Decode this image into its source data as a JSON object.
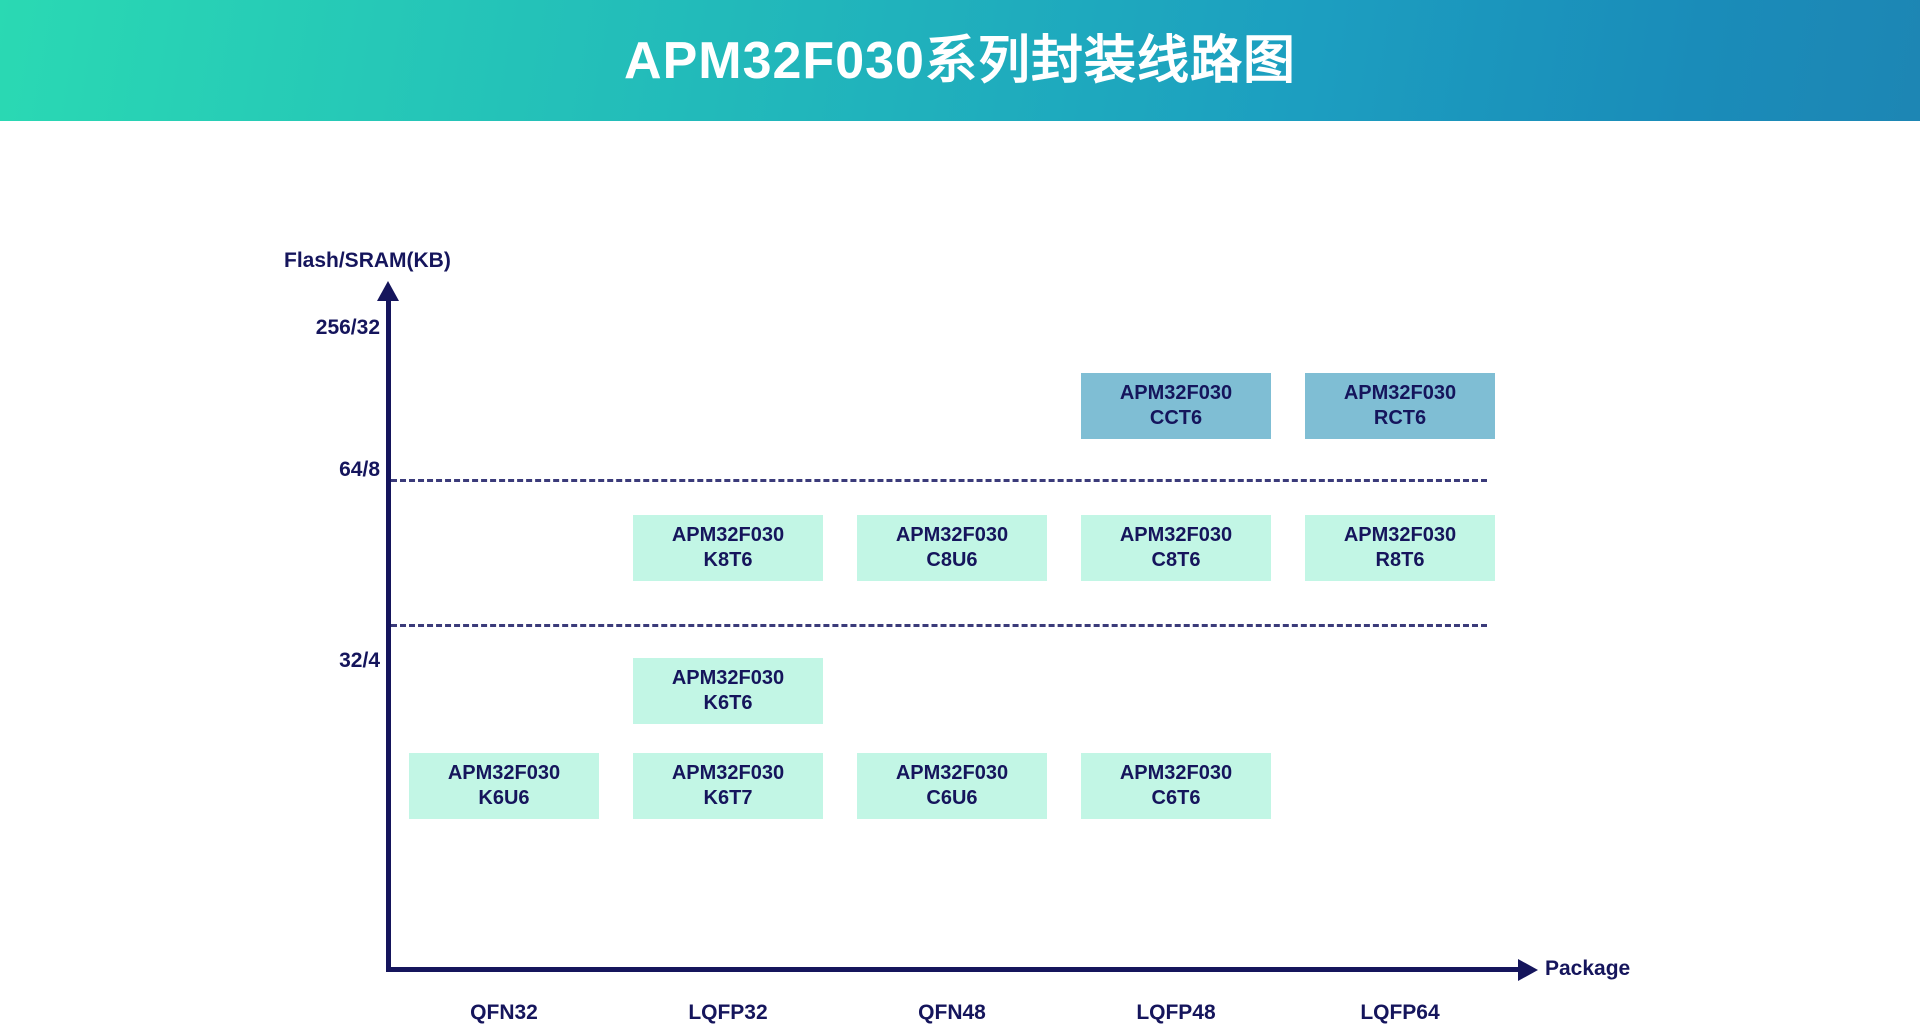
{
  "header": {
    "title": "APM32F030系列封装线路图",
    "gradient_from": "#2AD9B3",
    "gradient_to": "#1D86B4"
  },
  "chart_data": {
    "type": "table",
    "title": "APM32F030系列封装线路图",
    "xlabel": "Package",
    "ylabel": "Flash/SRAM(KB)",
    "grid": true,
    "legend": "none",
    "categories": [
      "QFN32",
      "LQFP32",
      "QFN48",
      "LQFP48",
      "LQFP64"
    ],
    "y_tick_labels": [
      "256/32",
      "64/8",
      "32/4"
    ],
    "colors": {
      "tier_256_32": "#7FBED4",
      "tier_64_8": "#C2F6E5",
      "tier_32_4": "#C2F6E5",
      "axis": "#15155C",
      "grid_dash": "#3B3B7A"
    },
    "cells": [
      {
        "id": "cell-cct6",
        "package": "LQFP48",
        "tier": "256/32",
        "line1": "APM32F030",
        "line2": "CCT6",
        "color": "#7FBED4",
        "col": 3,
        "row": 0
      },
      {
        "id": "cell-rct6",
        "package": "LQFP64",
        "tier": "256/32",
        "line1": "APM32F030",
        "line2": "RCT6",
        "color": "#7FBED4",
        "col": 4,
        "row": 0
      },
      {
        "id": "cell-k8t6",
        "package": "LQFP32",
        "tier": "64/8",
        "line1": "APM32F030",
        "line2": "K8T6",
        "color": "#C2F6E5",
        "col": 1,
        "row": 1
      },
      {
        "id": "cell-c8u6",
        "package": "QFN48",
        "tier": "64/8",
        "line1": "APM32F030",
        "line2": "C8U6",
        "color": "#C2F6E5",
        "col": 2,
        "row": 1
      },
      {
        "id": "cell-c8t6",
        "package": "LQFP48",
        "tier": "64/8",
        "line1": "APM32F030",
        "line2": "C8T6",
        "color": "#C2F6E5",
        "col": 3,
        "row": 1
      },
      {
        "id": "cell-r8t6",
        "package": "LQFP64",
        "tier": "64/8",
        "line1": "APM32F030",
        "line2": "R8T6",
        "color": "#C2F6E5",
        "col": 4,
        "row": 1
      },
      {
        "id": "cell-k6t6",
        "package": "LQFP32",
        "tier": "32/4",
        "line1": "APM32F030",
        "line2": "K6T6",
        "color": "#C2F6E5",
        "col": 1,
        "row": 2
      },
      {
        "id": "cell-k6u6",
        "package": "QFN32",
        "tier": "32/4",
        "line1": "APM32F030",
        "line2": "K6U6",
        "color": "#C2F6E5",
        "col": 0,
        "row": 3
      },
      {
        "id": "cell-k6t7",
        "package": "LQFP32",
        "tier": "32/4",
        "line1": "APM32F030",
        "line2": "K6T7",
        "color": "#C2F6E5",
        "col": 1,
        "row": 3
      },
      {
        "id": "cell-c6u6",
        "package": "QFN48",
        "tier": "32/4",
        "line1": "APM32F030",
        "line2": "C6U6",
        "color": "#C2F6E5",
        "col": 2,
        "row": 3
      },
      {
        "id": "cell-c6t6",
        "package": "LQFP48",
        "tier": "32/4",
        "line1": "APM32F030",
        "line2": "C6T6",
        "color": "#C2F6E5",
        "col": 3,
        "row": 3
      }
    ]
  },
  "axes": {
    "y_title": "Flash/SRAM(KB)",
    "x_title": "Package",
    "y_ticks": [
      {
        "label": "256/32"
      },
      {
        "label": "64/8"
      },
      {
        "label": "32/4"
      }
    ],
    "x_ticks": [
      {
        "label": "QFN32"
      },
      {
        "label": "LQFP32"
      },
      {
        "label": "QFN48"
      },
      {
        "label": "LQFP48"
      },
      {
        "label": "LQFP64"
      }
    ]
  },
  "boxes": {
    "cct6": {
      "line1": "APM32F030",
      "line2": "CCT6"
    },
    "rct6": {
      "line1": "APM32F030",
      "line2": "RCT6"
    },
    "k8t6": {
      "line1": "APM32F030",
      "line2": "K8T6"
    },
    "c8u6": {
      "line1": "APM32F030",
      "line2": "C8U6"
    },
    "c8t6": {
      "line1": "APM32F030",
      "line2": "C8T6"
    },
    "r8t6": {
      "line1": "APM32F030",
      "line2": "R8T6"
    },
    "k6t6": {
      "line1": "APM32F030",
      "line2": "K6T6"
    },
    "k6u6": {
      "line1": "APM32F030",
      "line2": "K6U6"
    },
    "k6t7": {
      "line1": "APM32F030",
      "line2": "K6T7"
    },
    "c6u6": {
      "line1": "APM32F030",
      "line2": "C6U6"
    },
    "c6t6": {
      "line1": "APM32F030",
      "line2": "C6T6"
    }
  }
}
